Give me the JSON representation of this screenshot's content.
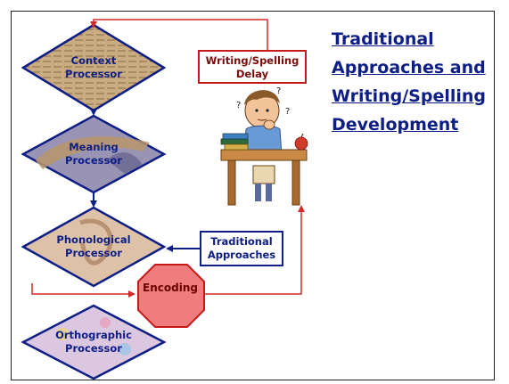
{
  "title": {
    "lines": [
      "Traditional",
      "Approaches and",
      "Writing/Spelling",
      "Development"
    ]
  },
  "processors": {
    "context": {
      "line1": "Context",
      "line2": "Processor"
    },
    "meaning": {
      "line1": "Meaning",
      "line2": "Processor"
    },
    "phonological": {
      "line1": "Phonological",
      "line2": "Processor"
    },
    "orthographic": {
      "line1": "Orthographic",
      "line2": "Processor"
    }
  },
  "boxes": {
    "delay": {
      "line1": "Writing/Spelling",
      "line2": "Delay"
    },
    "traditional": {
      "line1": "Traditional",
      "line2": "Approaches"
    },
    "encoding": "Encoding"
  },
  "colors": {
    "navy": "#0d1e86",
    "red": "#d22a2a",
    "stop_fill": "#f07d7d",
    "diamond_context": "#c5a67a",
    "diamond_meaning": "#8e8aa8",
    "diamond_phonological": "#dcc0a6",
    "diamond_orthographic": "#d8c2d8"
  },
  "icons": {
    "child": "thinking-child-at-desk-icon",
    "stop": "octagon-stop-sign-icon"
  }
}
